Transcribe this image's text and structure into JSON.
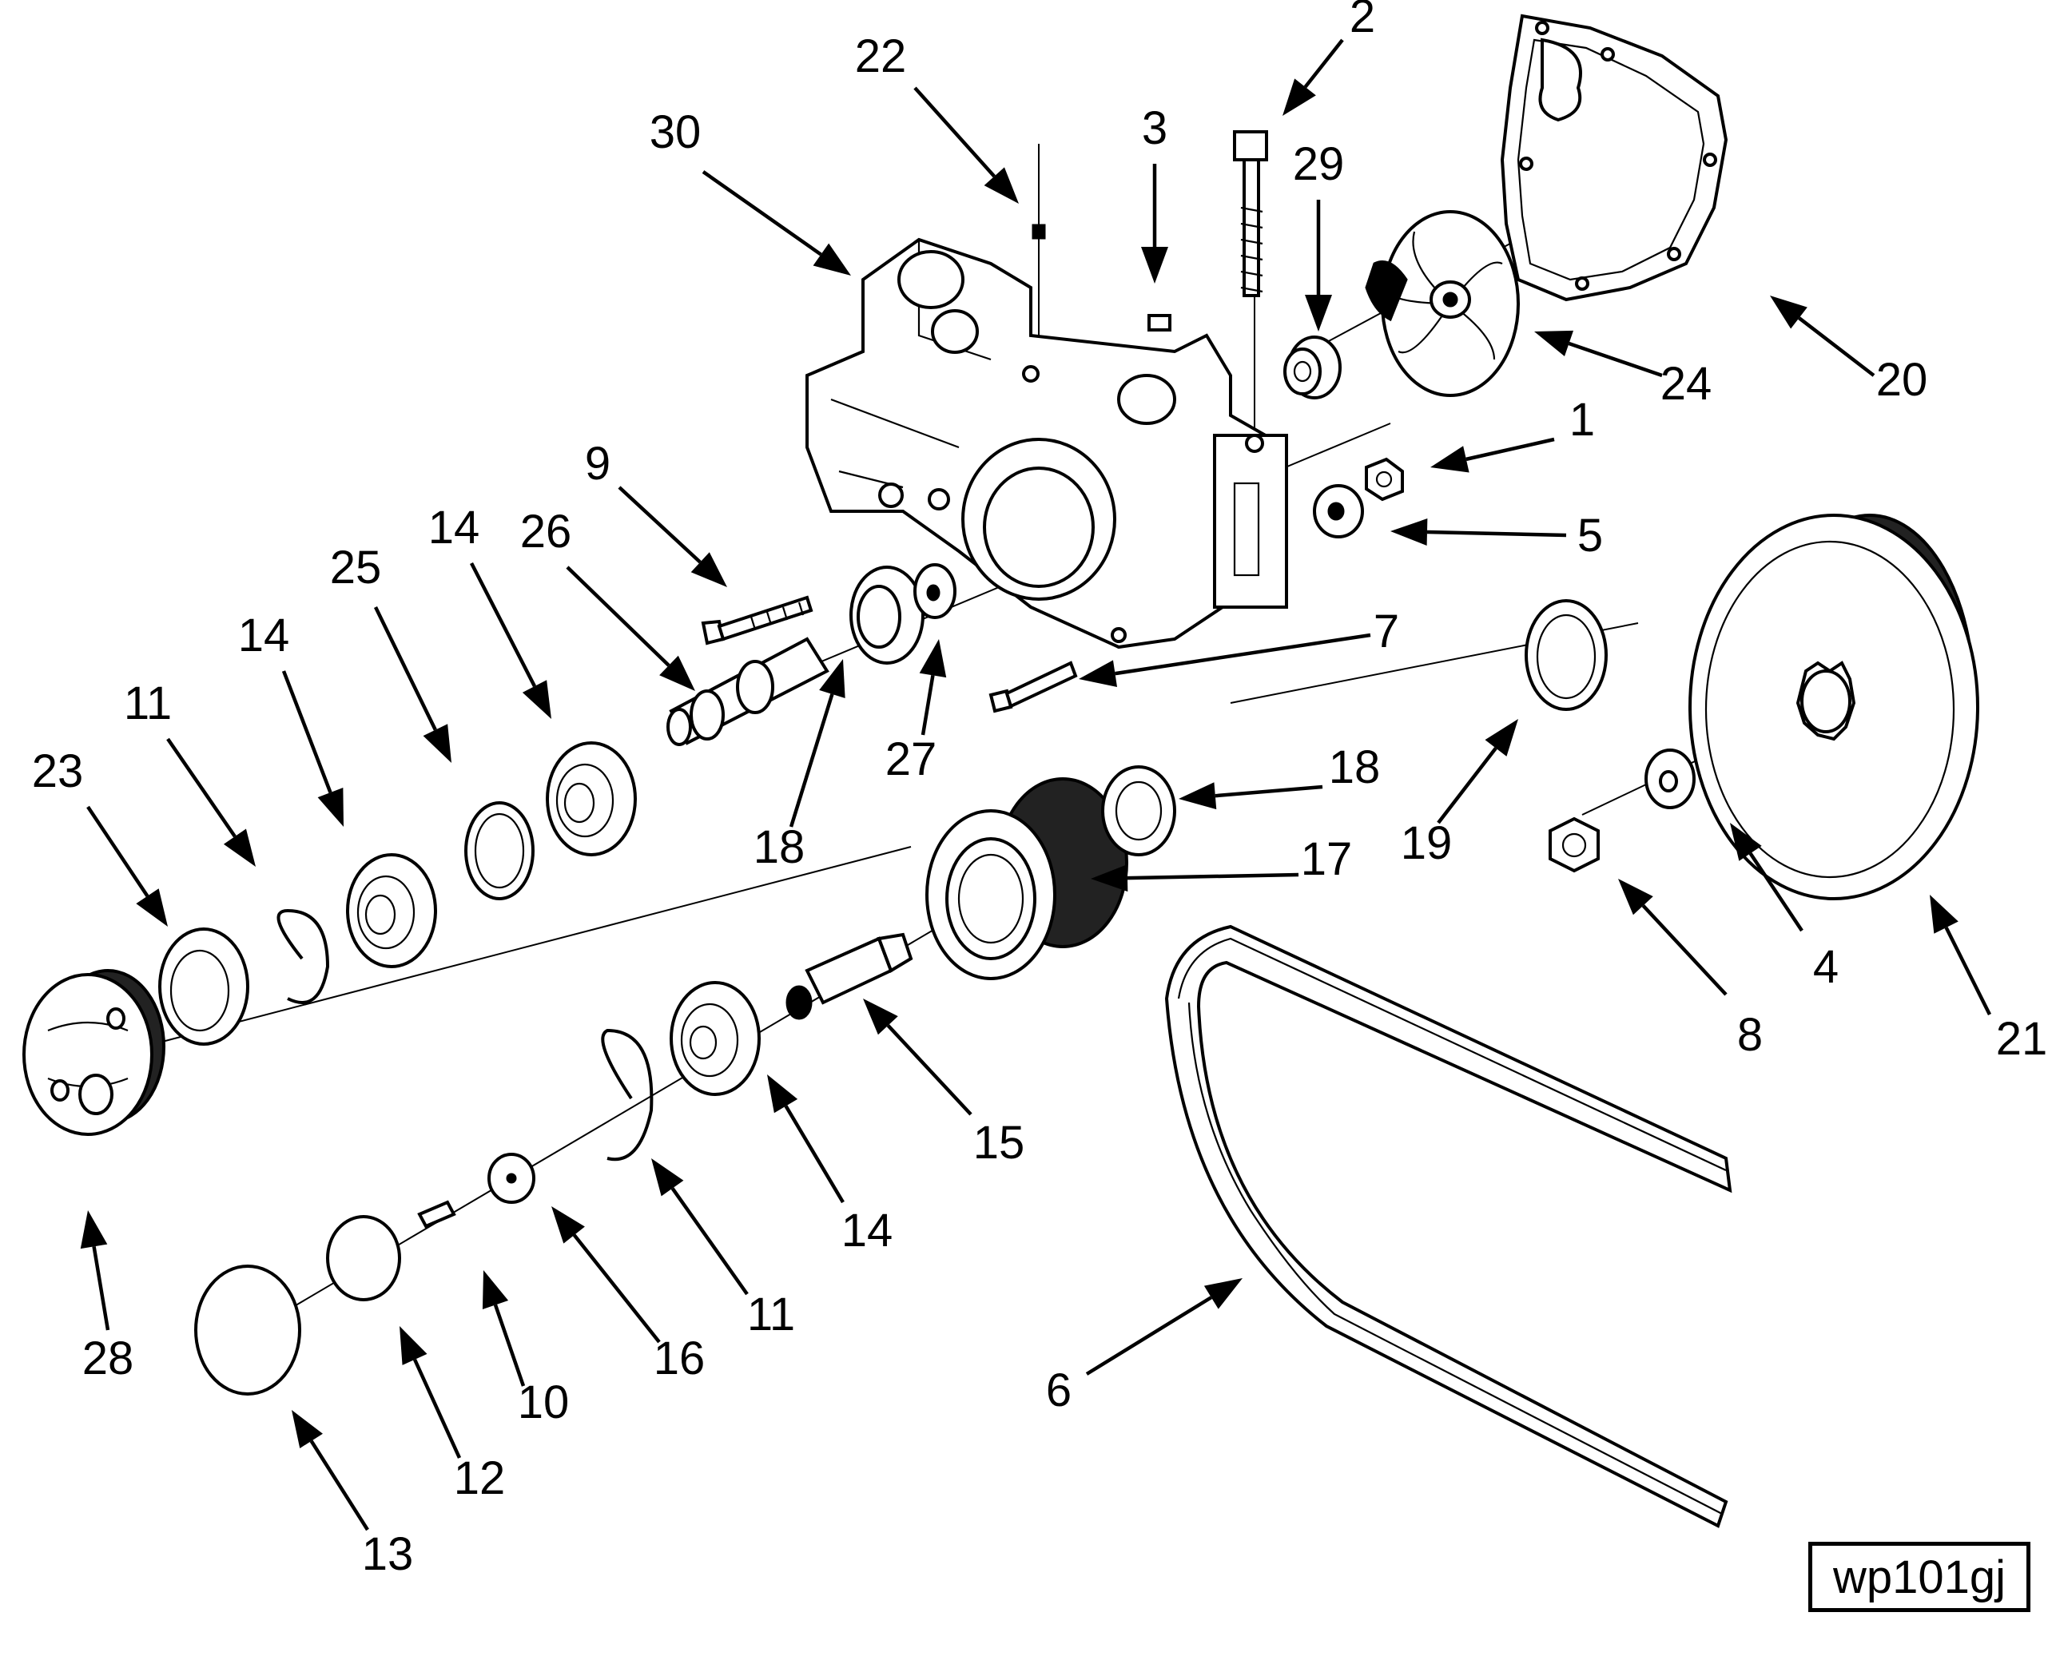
{
  "drawing_code": "wp101gj",
  "callouts": [
    {
      "label": "1",
      "part": "nut"
    },
    {
      "label": "2",
      "part": "bolt"
    },
    {
      "label": "3",
      "part": "dowel-pin"
    },
    {
      "label": "4",
      "part": "washer"
    },
    {
      "label": "5",
      "part": "washer"
    },
    {
      "label": "6",
      "part": "belt"
    },
    {
      "label": "7",
      "part": "capscrew"
    },
    {
      "label": "8",
      "part": "nut"
    },
    {
      "label": "9",
      "part": "capscrew"
    },
    {
      "label": "10",
      "part": "screw"
    },
    {
      "label": "11",
      "part": "retaining-ring"
    },
    {
      "label": "11",
      "part": "retaining-ring"
    },
    {
      "label": "12",
      "part": "cap"
    },
    {
      "label": "13",
      "part": "gasket"
    },
    {
      "label": "14",
      "part": "bearing"
    },
    {
      "label": "14",
      "part": "bearing"
    },
    {
      "label": "14",
      "part": "bearing"
    },
    {
      "label": "15",
      "part": "shaft"
    },
    {
      "label": "16",
      "part": "washer"
    },
    {
      "label": "17",
      "part": "idler-pulley"
    },
    {
      "label": "18",
      "part": "seal"
    },
    {
      "label": "18",
      "part": "seal"
    },
    {
      "label": "19",
      "part": "seal"
    },
    {
      "label": "20",
      "part": "gasket"
    },
    {
      "label": "21",
      "part": "pulley"
    },
    {
      "label": "22",
      "part": "plug"
    },
    {
      "label": "23",
      "part": "seal"
    },
    {
      "label": "24",
      "part": "impeller"
    },
    {
      "label": "25",
      "part": "spacer"
    },
    {
      "label": "26",
      "part": "shaft"
    },
    {
      "label": "27",
      "part": "washer"
    },
    {
      "label": "28",
      "part": "pulley"
    },
    {
      "label": "29",
      "part": "seal"
    },
    {
      "label": "30",
      "part": "housing"
    }
  ]
}
